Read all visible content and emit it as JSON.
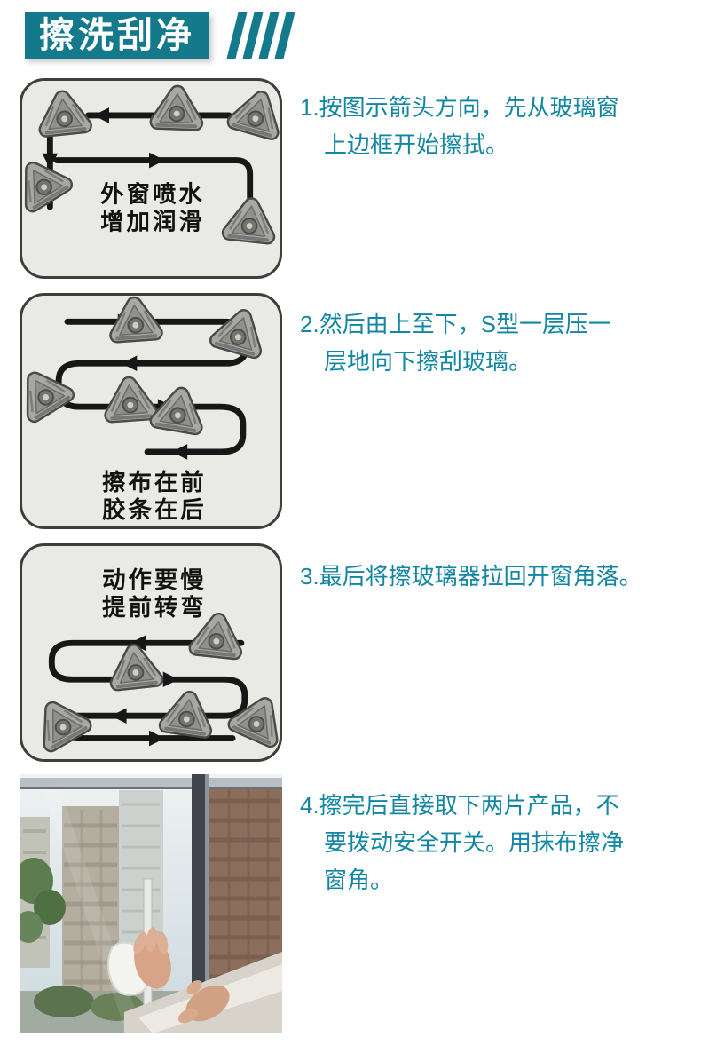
{
  "colors": {
    "accent_teal": "#14798a",
    "step_text_teal": "#1286a2",
    "illustration_bg": "#e9e9e5",
    "arrow_black": "#171717"
  },
  "header": {
    "title": "擦洗刮净"
  },
  "steps": [
    {
      "number": "1",
      "text": "1.按图示箭头方向，先从玻璃窗\n上边框开始擦拭。",
      "captions": [
        "外窗喷水",
        "增加润滑"
      ]
    },
    {
      "number": "2",
      "text": "2.然后由上至下，S型一层压一\n层地向下擦刮玻璃。",
      "captions": [
        "擦布在前",
        "胶条在后"
      ]
    },
    {
      "number": "3",
      "text": "3.最后将擦玻璃器拉回开窗角落。",
      "captions": [
        "动作要慢",
        "提前转弯"
      ]
    },
    {
      "number": "4",
      "text": "4.擦完后直接取下两片产品，不\n要拨动安全开关。用抹布擦净\n窗角。",
      "captions": []
    }
  ]
}
